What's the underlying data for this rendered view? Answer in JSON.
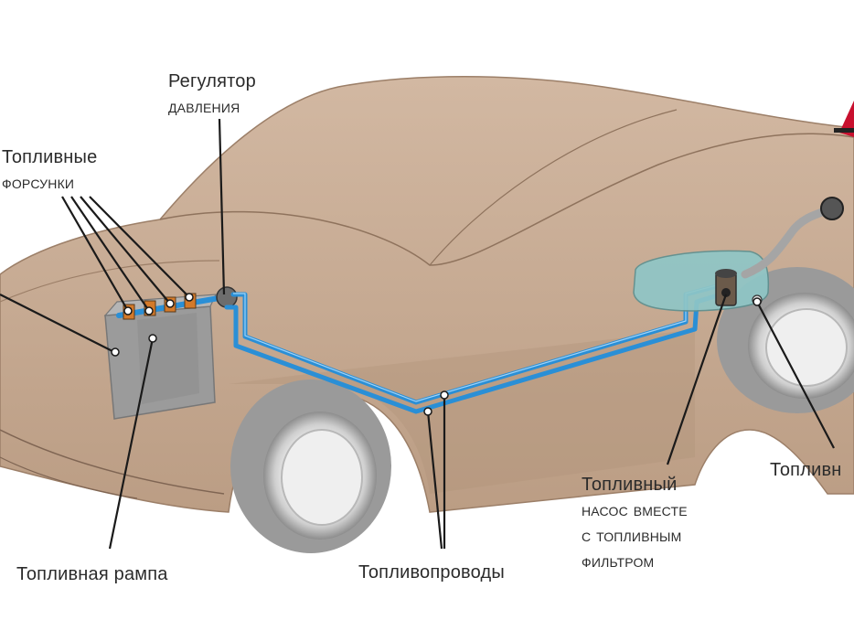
{
  "labels": {
    "regulator": [
      "Регулятор",
      "давления"
    ],
    "injectors": [
      "Топливные",
      "форсунки"
    ],
    "rail": "Топливная рампа",
    "lines": "Топливопроводы",
    "pump": [
      "Топливный",
      "насос вместе",
      "с топливным",
      "фильтром"
    ],
    "tank": "Топливн"
  },
  "colors": {
    "body": "#c6a88f",
    "body_shadow": "#a98b74",
    "fuel_line": "#2a8fd6",
    "tank": "#8fc6c6",
    "engine": "#9a9a9a",
    "leader": "#1a1a1a"
  },
  "icons": {
    "logo": "warning-logo-icon"
  }
}
